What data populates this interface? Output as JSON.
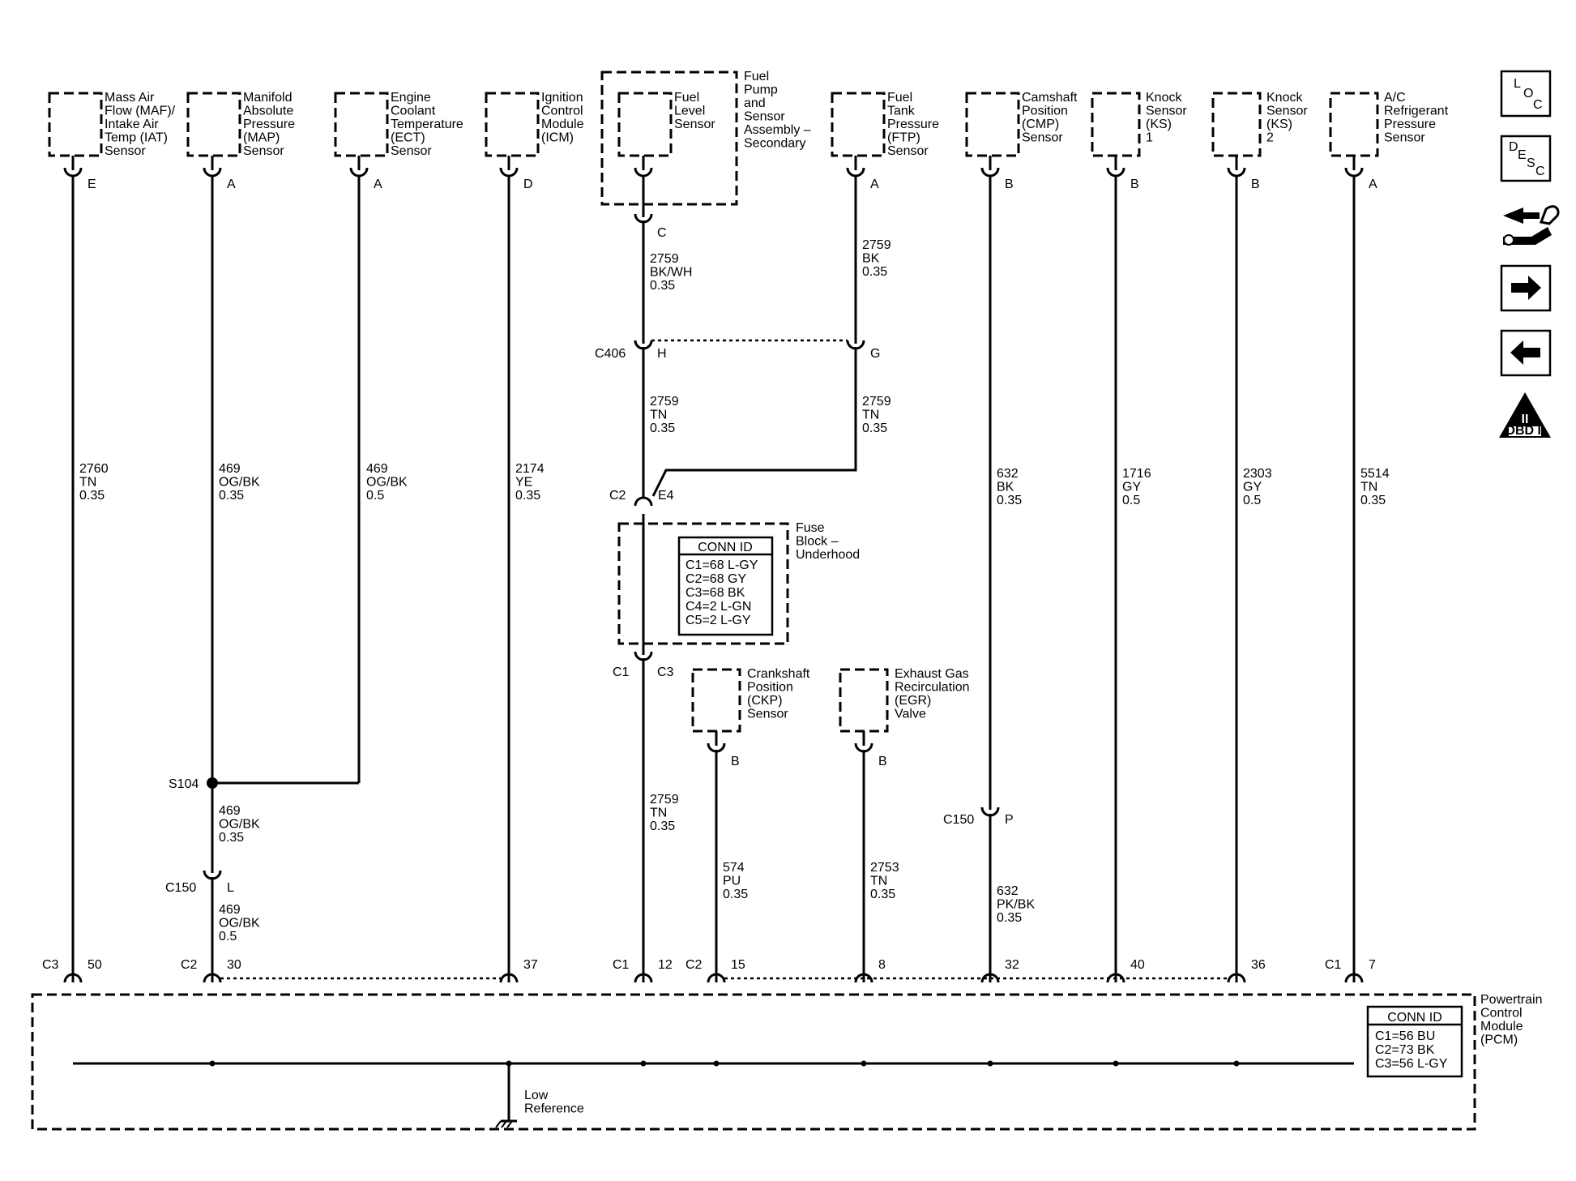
{
  "components": {
    "maf": [
      "Mass Air",
      "Flow (MAF)/",
      "Intake Air",
      "Temp (IAT)",
      "Sensor"
    ],
    "map": [
      "Manifold",
      "Absolute",
      "Pressure",
      "(MAP)",
      "Sensor"
    ],
    "ect": [
      "Engine",
      "Coolant",
      "Temperature",
      "(ECT)",
      "Sensor"
    ],
    "icm": [
      "Ignition",
      "Control",
      "Module",
      "(ICM)"
    ],
    "fls": [
      "Fuel",
      "Level",
      "Sensor"
    ],
    "fpa": [
      "Fuel",
      "Pump",
      "and",
      "Sensor",
      "Assembly –",
      "Secondary"
    ],
    "ftp": [
      "Fuel",
      "Tank",
      "Pressure",
      "(FTP)",
      "Sensor"
    ],
    "cmp": [
      "Camshaft",
      "Position",
      "(CMP)",
      "Sensor"
    ],
    "ks1": [
      "Knock",
      "Sensor",
      "(KS)",
      "1"
    ],
    "ks2": [
      "Knock",
      "Sensor",
      "(KS)",
      "2"
    ],
    "acp": [
      "A/C",
      "Refrigerant",
      "Pressure",
      "Sensor"
    ],
    "ckp": [
      "Crankshaft",
      "Position",
      "(CKP)",
      "Sensor"
    ],
    "egr": [
      "Exhaust Gas",
      "Recirculation",
      "(EGR)",
      "Valve"
    ],
    "fuse": [
      "Fuse",
      "Block –",
      "Underhood"
    ],
    "pcm": [
      "Powertrain",
      "Control",
      "Module",
      "(PCM)"
    ]
  },
  "wires": {
    "maf": [
      "2760",
      "TN",
      "0.35"
    ],
    "map_top": [
      "469",
      "OG/BK",
      "0.35"
    ],
    "ect": [
      "469",
      "OG/BK",
      "0.5"
    ],
    "map_mid": [
      "469",
      "OG/BK",
      "0.35"
    ],
    "map_low": [
      "469",
      "OG/BK",
      "0.5"
    ],
    "icm": [
      "2174",
      "YE",
      "0.35"
    ],
    "fls_top": [
      "2759",
      "BK/WH",
      "0.35"
    ],
    "ftp_top": [
      "2759",
      "BK",
      "0.35"
    ],
    "c406_left": [
      "2759",
      "TN",
      "0.35"
    ],
    "c406_right": [
      "2759",
      "TN",
      "0.35"
    ],
    "fuel_low": [
      "2759",
      "TN",
      "0.35"
    ],
    "ckp": [
      "574",
      "PU",
      "0.35"
    ],
    "egr": [
      "2753",
      "TN",
      "0.35"
    ],
    "cmp_top": [
      "632",
      "BK",
      "0.35"
    ],
    "cmp_low": [
      "632",
      "PK/BK",
      "0.35"
    ],
    "ks1": [
      "1716",
      "GY",
      "0.5"
    ],
    "ks2": [
      "2303",
      "GY",
      "0.5"
    ],
    "acp": [
      "5514",
      "TN",
      "0.35"
    ]
  },
  "pins": {
    "maf": "E",
    "map": "A",
    "ect": "A",
    "icm": "D",
    "ftp": "A",
    "cmp": "B",
    "ks1": "B",
    "ks2": "B",
    "acp": "A",
    "fpa_c": "C",
    "c406_h": "H",
    "c406_g": "G",
    "fuse_e4": "E4",
    "fuse_c3": "C3",
    "ckp": "B",
    "egr": "B",
    "c150_l": "L",
    "c150_p": "P"
  },
  "connectors": {
    "c406": "C406",
    "c2": "C2",
    "c1": "C1",
    "c150": "C150",
    "s104": "S104"
  },
  "pcm_pins": [
    {
      "conn": "C3",
      "pin": "50"
    },
    {
      "conn": "C2",
      "pin": "30"
    },
    {
      "conn": "",
      "pin": "37"
    },
    {
      "conn": "C1",
      "pin": "12"
    },
    {
      "conn": "C2",
      "pin": "15"
    },
    {
      "conn": "",
      "pin": "8"
    },
    {
      "conn": "",
      "pin": "32"
    },
    {
      "conn": "",
      "pin": "40"
    },
    {
      "conn": "",
      "pin": "36"
    },
    {
      "conn": "C1",
      "pin": "7"
    }
  ],
  "fuse_conn_id": {
    "title": "CONN ID",
    "rows": [
      "C1=68 L-GY",
      "C2=68 GY",
      "C3=68 BK",
      "C4=2 L-GN",
      "C5=2 L-GY"
    ]
  },
  "pcm_conn_id": {
    "title": "CONN ID",
    "rows": [
      "C1=56 BU",
      "C2=73 BK",
      "C3=56 L-GY"
    ]
  },
  "ground_label": [
    "Low",
    "Reference"
  ],
  "nav_icons": {
    "loc": [
      "L",
      "O",
      "C"
    ],
    "desc": [
      "D",
      "E",
      "S",
      "C"
    ],
    "obd": [
      "II",
      "OBD II"
    ]
  }
}
